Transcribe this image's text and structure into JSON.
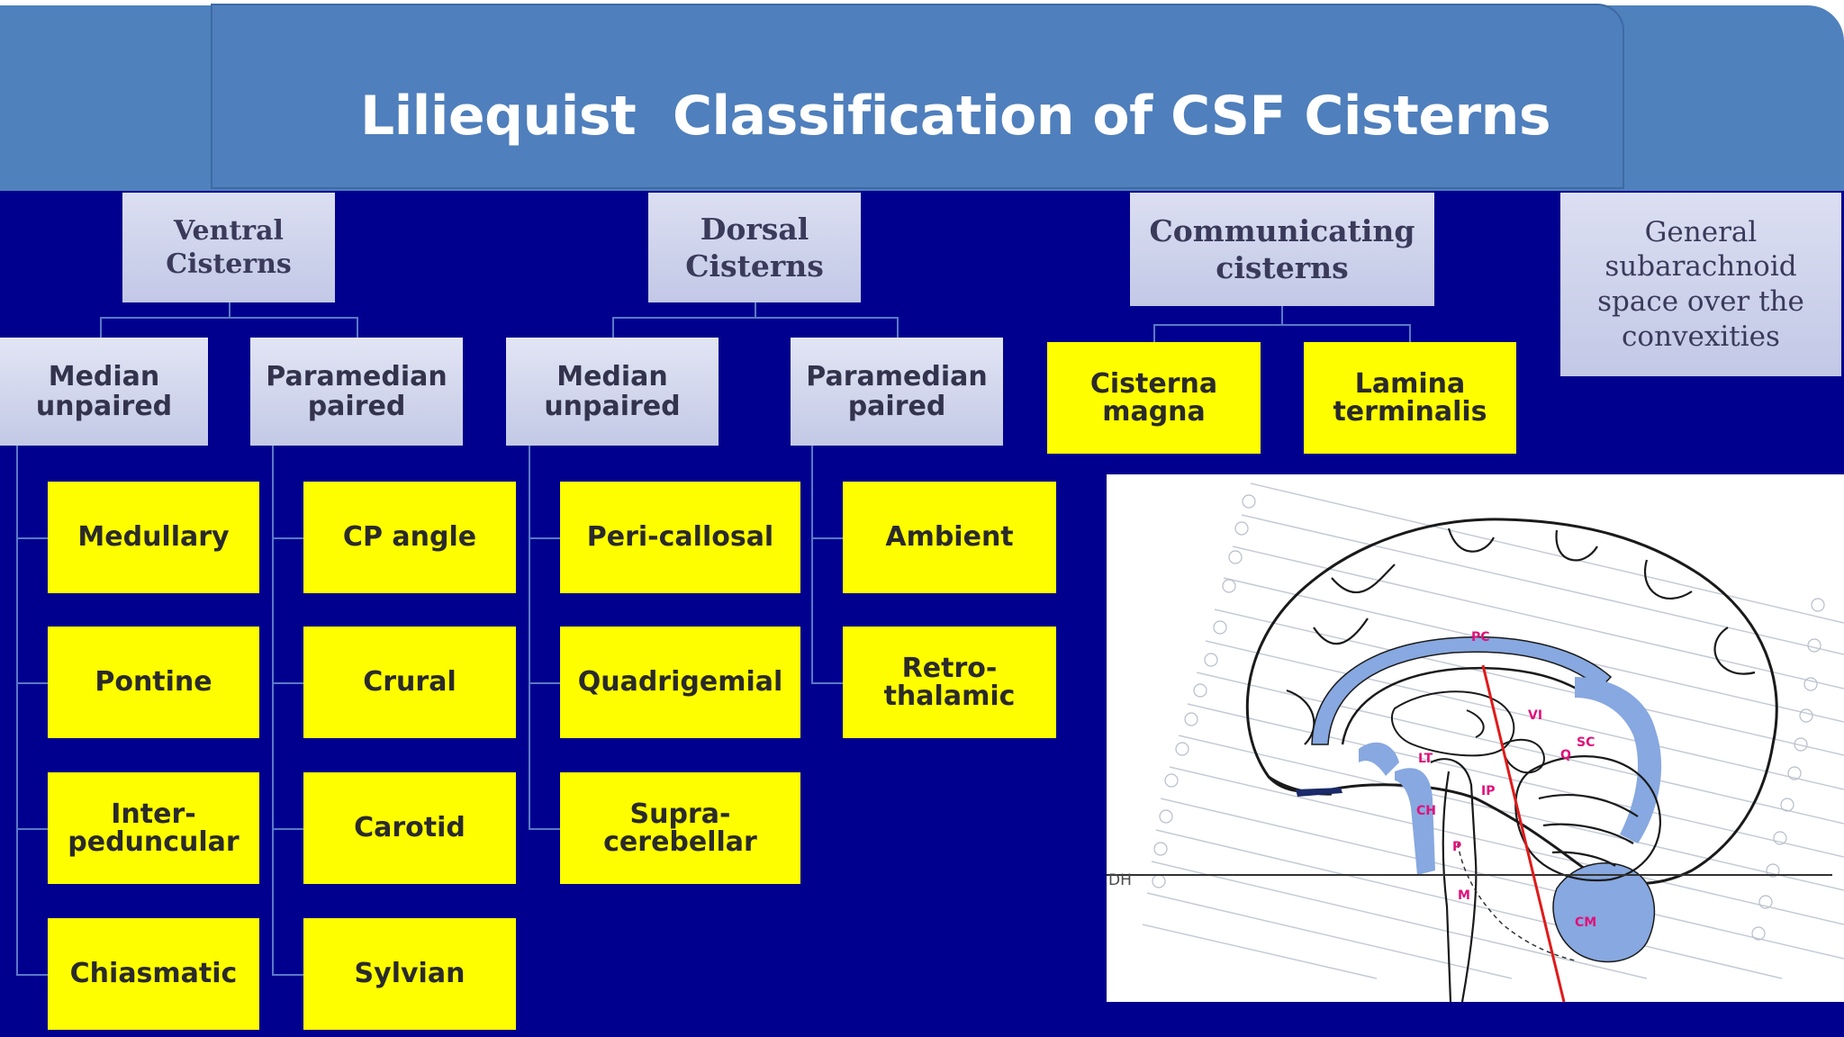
{
  "title": "Liliequist  Classification of CSF Cisterns",
  "colors": {
    "background": "#00008e",
    "header_band": "#4f81bd",
    "leaf": "#fffe00",
    "header_box": "#c8cde8",
    "connector": "#5b78c6"
  },
  "groups": {
    "ventral": {
      "label": "Ventral\nCisterns",
      "median": {
        "label": "Median\nunpaired",
        "items": [
          "Medullary",
          "Pontine",
          "Inter-\npeduncular",
          "Chiasmatic"
        ]
      },
      "paramedian": {
        "label": "Paramedian\npaired",
        "items": [
          "CP angle",
          "Crural",
          "Carotid",
          "Sylvian"
        ]
      }
    },
    "dorsal": {
      "label": "Dorsal\nCisterns",
      "median": {
        "label": "Median\nunpaired",
        "items": [
          "Peri-callosal",
          "Quadrigemial",
          "Supra-\ncerebellar"
        ]
      },
      "paramedian": {
        "label": "Paramedian\npaired",
        "items": [
          "Ambient",
          "Retro-\nthalamic"
        ]
      }
    },
    "communicating": {
      "label": "Communicating\ncisterns",
      "items": [
        "Cisterna\nmagna",
        "Lamina\nterminalis"
      ]
    },
    "general": {
      "label": "General\nsubarachnoid\nspace over the\nconvexities"
    }
  },
  "diagram": {
    "labels": {
      "pc": "PC",
      "vi": "VI",
      "sc": "SC",
      "q": "Q",
      "lt": "LT",
      "ip": "IP",
      "ch": "CH",
      "p": "P",
      "m": "M",
      "cm": "CM",
      "dh": "DH"
    }
  }
}
